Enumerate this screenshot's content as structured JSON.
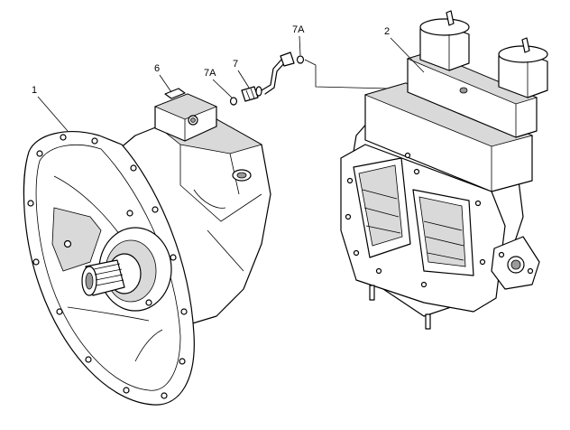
{
  "callouts": {
    "c1": "1",
    "c2": "2",
    "c6": "6",
    "c7": "7",
    "c7a_left": "7A",
    "c7a_top": "7A"
  },
  "colors": {
    "line": "#000000",
    "background": "#ffffff",
    "shading": "#d9d9d9"
  }
}
